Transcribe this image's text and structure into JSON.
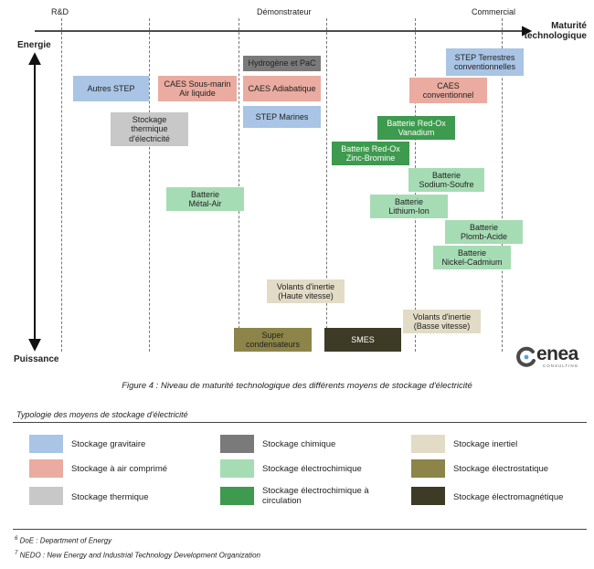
{
  "stages": [
    "R&D",
    "Démonstrateur",
    "Commercial"
  ],
  "x_axis_title": "Maturité\ntechnologique",
  "y_top_label": "Energie",
  "y_bottom_label": "Puissance",
  "logo": {
    "text": "enea",
    "subtext": "CONSULTING"
  },
  "colors": {
    "gravitaire": "#a9c4e4",
    "air": "#eaaba0",
    "thermique": "#c8c8c8",
    "chimique": "#7a7a7a",
    "electrochimique": "#a6dcb4",
    "circulation": "#3d9a4e",
    "inertiel": "#e2dbc6",
    "electrostatique": "#8c8448",
    "electromagnetique": "#3d3b26"
  },
  "technologies": [
    {
      "label": "Autres STEP",
      "type": "gravitaire"
    },
    {
      "label": "CAES Sous-marin\nAir liquide",
      "type": "air"
    },
    {
      "label": "Hydrogène et PaC",
      "type": "chimique"
    },
    {
      "label": "CAES Adiabatique",
      "type": "air"
    },
    {
      "label": "STEP Marines",
      "type": "gravitaire"
    },
    {
      "label": "STEP Terrestres\nconventionnelles",
      "type": "gravitaire"
    },
    {
      "label": "CAES\nconventionnel",
      "type": "air"
    },
    {
      "label": "Stockage\nthermique\nd'électricité",
      "type": "thermique"
    },
    {
      "label": "Batterie Red-Ox\nVanadium",
      "type": "circulation"
    },
    {
      "label": "Batterie Red-Ox\nZinc-Bromine",
      "type": "circulation"
    },
    {
      "label": "Batterie\nSodium-Soufre",
      "type": "electrochimique"
    },
    {
      "label": "Batterie\nMétal-Air",
      "type": "electrochimique"
    },
    {
      "label": "Batterie\nLithium-Ion",
      "type": "electrochimique"
    },
    {
      "label": "Batterie\nPlomb-Acide",
      "type": "electrochimique"
    },
    {
      "label": "Batterie\nNickel-Cadmium",
      "type": "electrochimique"
    },
    {
      "label": "Volants d'inertie\n(Haute vitesse)",
      "type": "inertiel"
    },
    {
      "label": "Volants d'inertie\n(Basse vitesse)",
      "type": "inertiel"
    },
    {
      "label": "Super\ncondensateurs",
      "type": "electrostatique"
    },
    {
      "label": "SMES",
      "type": "electromagnetique"
    }
  ],
  "caption": "Figure 4 : Niveau de maturité technologique des différents moyens de stockage d'électricité",
  "legend_title": "Typologie des moyens de stockage d'électricité",
  "legend": [
    {
      "label": "Stockage gravitaire",
      "type": "gravitaire"
    },
    {
      "label": "Stockage chimique",
      "type": "chimique"
    },
    {
      "label": "Stockage inertiel",
      "type": "inertiel"
    },
    {
      "label": "Stockage à air comprimé",
      "type": "air"
    },
    {
      "label": "Stockage électrochimique",
      "type": "electrochimique"
    },
    {
      "label": "Stockage électrostatique",
      "type": "electrostatique"
    },
    {
      "label": "Stockage thermique",
      "type": "thermique"
    },
    {
      "label": "Stockage électrochimique à\ncirculation",
      "type": "circulation"
    },
    {
      "label": "Stockage électromagnétique",
      "type": "electromagnetique"
    }
  ],
  "footnotes": [
    {
      "num": "6",
      "text": "DoE : Department of Energy"
    },
    {
      "num": "7",
      "text": "NEDO : New Energy and Industrial Technology Development Organization"
    }
  ]
}
